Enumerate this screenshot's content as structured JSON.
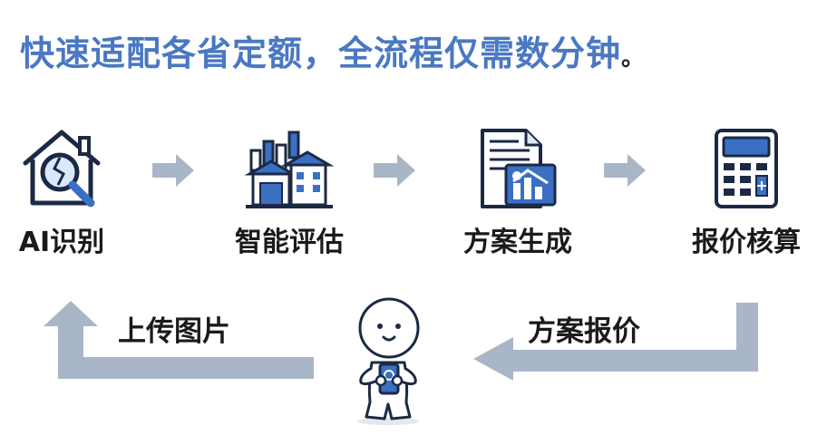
{
  "headline": {
    "text": "快速适配各省定额，全流程仅需数分钟",
    "end_punct": "。"
  },
  "steps": [
    {
      "label": "AI识别",
      "icon": "house-magnifier-icon"
    },
    {
      "label": "智能评估",
      "icon": "buildings-chart-icon"
    },
    {
      "label": "方案生成",
      "icon": "document-image-icon"
    },
    {
      "label": "报价核算",
      "icon": "calculator-icon"
    }
  ],
  "loop": {
    "left_label": "上传图片",
    "right_label": "方案报价",
    "center_icon": "person-holding-phone-icon"
  },
  "colors": {
    "accent": "#4a78c2",
    "arrow": "#a9b6c8",
    "icon_blue": "#3a6fc4",
    "icon_dark": "#1b2a44"
  }
}
